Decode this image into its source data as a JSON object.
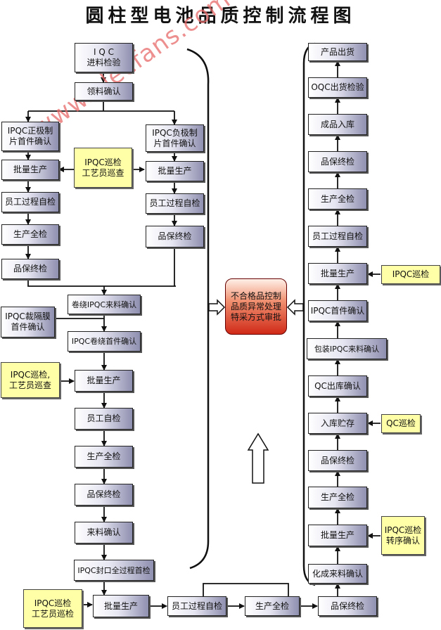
{
  "title": "圆柱型电池品质控制流程图",
  "watermark": "www.elecfans.com",
  "colors": {
    "box_end": "#8f8fb0",
    "yellow": "#ffffa8",
    "red": "#d02a18"
  },
  "left_column": {
    "iqc": "I Q C\n进料检验",
    "material_confirm": "领料确认",
    "pos_first": "IPQC正极制\n片首件确认",
    "pos_batch": "批量生产",
    "pos_self": "员工过程自检",
    "pos_full": "生产全检",
    "pos_final": "品保终检",
    "neg_first": "IPQC负极制\n片首件确认",
    "neg_batch": "批量生产",
    "neg_self": "员工过程自检",
    "neg_final": "品保终检",
    "patrol_1": "IPQC巡检\n工艺员巡查",
    "wind_incoming": "卷绕IPQC来料确认",
    "separator_first": "IPQC裁隔膜\n首件确认",
    "wind_first": "IPQC卷绕首件确认",
    "patrol_2": "IPQC巡检,\n工艺员巡查",
    "wind_batch": "批量生产",
    "wind_self": "员工自检",
    "wind_full": "生产全检",
    "wind_final": "品保终检",
    "material_check": "来料确认",
    "seal_first": "IPQC封口全过程首检"
  },
  "bottom_row": {
    "patrol_3": "IPQC巡检\n工艺员巡检",
    "batch": "批量生产",
    "self": "员工过程自检",
    "full": "生产全检",
    "final": "品保终检"
  },
  "center": {
    "nonconform": "不合格品控制\n品质异常处理\n特采方式审批"
  },
  "right_column": {
    "formation_incoming": "化成来料确认",
    "batch_1": "批量生产",
    "patrol_4": "IPQC巡检\n转序确认",
    "full_1": "生产全检",
    "final_1": "品保终检",
    "storage": "入库贮存",
    "qc_patrol": "QC巡检",
    "qc_out": "QC出库确认",
    "pack_incoming": "包装IPQC来料确认",
    "ipqc_first": "IPQC首件确认",
    "batch_2": "批量生产",
    "ipqc_patrol": "IPQC巡检",
    "self_2": "员工过程自检",
    "full_2": "生产全检",
    "final_2": "品保终检",
    "warehouse": "成品入库",
    "oqc": "OQC出货检验",
    "ship": "产品出货"
  }
}
